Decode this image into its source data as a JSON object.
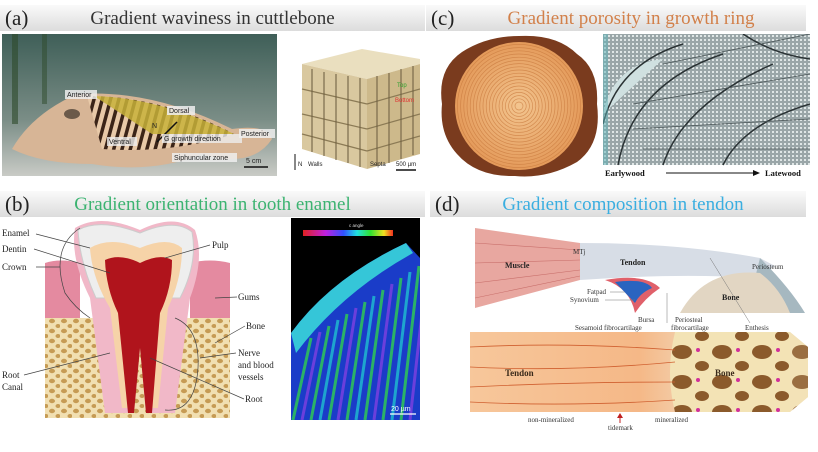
{
  "panel_a": {
    "label": "(a)",
    "title": "Gradient waviness in cuttlebone",
    "title_color": "#333333",
    "photo_labels": {
      "anterior": "Anterior",
      "dorsal": "Dorsal",
      "n": "N",
      "growth": "G growth direction",
      "posterior": "Posterior",
      "ventral": "Ventral",
      "siphuncular": "Siphuncular zone",
      "scale": "5 cm"
    },
    "block_labels": {
      "top": "Top",
      "bottom": "Bottom",
      "n": "N",
      "walls": "Walls",
      "septa": "Septa",
      "scale": "500 µm"
    }
  },
  "panel_b": {
    "label": "(b)",
    "title": "Gradient orientation in tooth enamel",
    "title_color": "#3cb371",
    "tooth_labels": {
      "enamel": "Enamel",
      "dentin": "Dentin",
      "crown": "Crown",
      "pulp": "Pulp",
      "gums": "Gums",
      "bone": "Bone",
      "nerve1": "Nerve",
      "nerve2": "and blood",
      "nerve3": "vessels",
      "root_canal1": "Root",
      "root_canal2": "Canal",
      "root": "Root"
    },
    "micro_labels": {
      "colorbar_title": "c angle",
      "scale": "20 µm"
    }
  },
  "panel_c": {
    "label": "(c)",
    "title": "Gradient porosity in growth ring",
    "title_color": "#d2804a",
    "micro_labels": {
      "earlywood": "Earlywood",
      "latewood": "Latewood"
    }
  },
  "panel_d": {
    "label": "(d)",
    "title": "Gradient composition in tendon",
    "title_color": "#3aaee0",
    "labels": {
      "muscle": "Muscle",
      "mtj": "MTj",
      "tendon": "Tendon",
      "periosteum": "Periosteum",
      "fatpad": "Fatpad",
      "synovium": "Synovium",
      "bone": "Bone",
      "bursa": "Bursa",
      "sesamoid": "Sesamoid fibrocartilage",
      "periosteal1": "Periosteal",
      "periosteal2": "fibrocartilage",
      "enthesis": "Enthesis",
      "tendon2": "Tendon",
      "bone2": "Bone",
      "nonmin": "non-mineralized",
      "tidemark": "tidemark",
      "min": "mineralized"
    }
  }
}
